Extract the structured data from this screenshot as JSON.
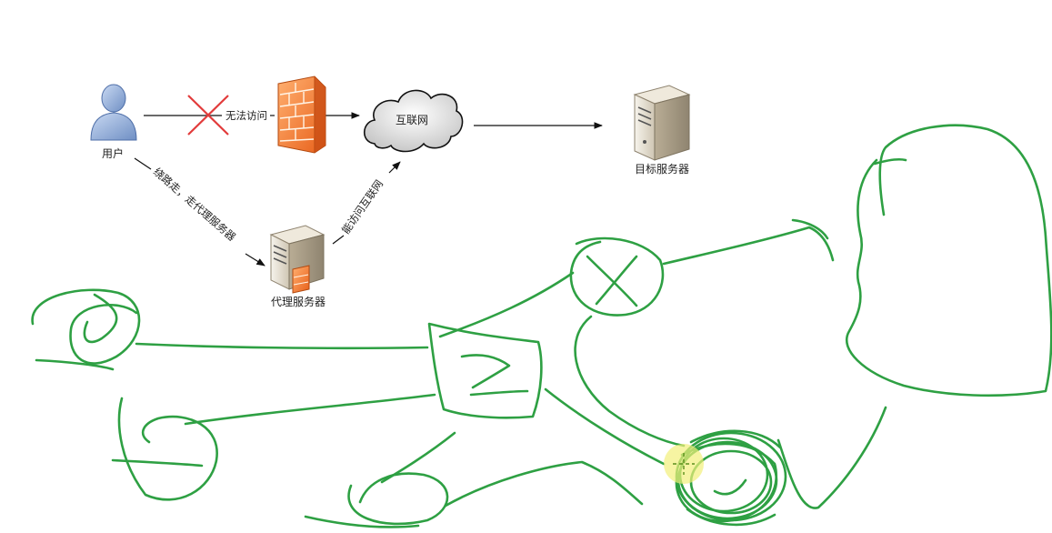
{
  "diagram": {
    "nodes": {
      "user": {
        "label": "用户",
        "icon": "user-icon"
      },
      "firewall": {
        "icon": "firewall-icon"
      },
      "internet": {
        "label": "互联网",
        "icon": "cloud-icon"
      },
      "target": {
        "label": "目标服务器",
        "icon": "server-icon"
      },
      "proxy": {
        "label": "代理服务器",
        "icon": "proxy-server-icon"
      }
    },
    "edges": {
      "user_firewall": {
        "label": "无法访问",
        "blocked": true
      },
      "user_proxy": {
        "label": "绕路走，走代理服务器"
      },
      "proxy_internet": {
        "label": "能访问互联网"
      }
    }
  },
  "annotation": {
    "ink_color": "#2ea043",
    "cursor_highlight_color": "#f2f07a"
  }
}
